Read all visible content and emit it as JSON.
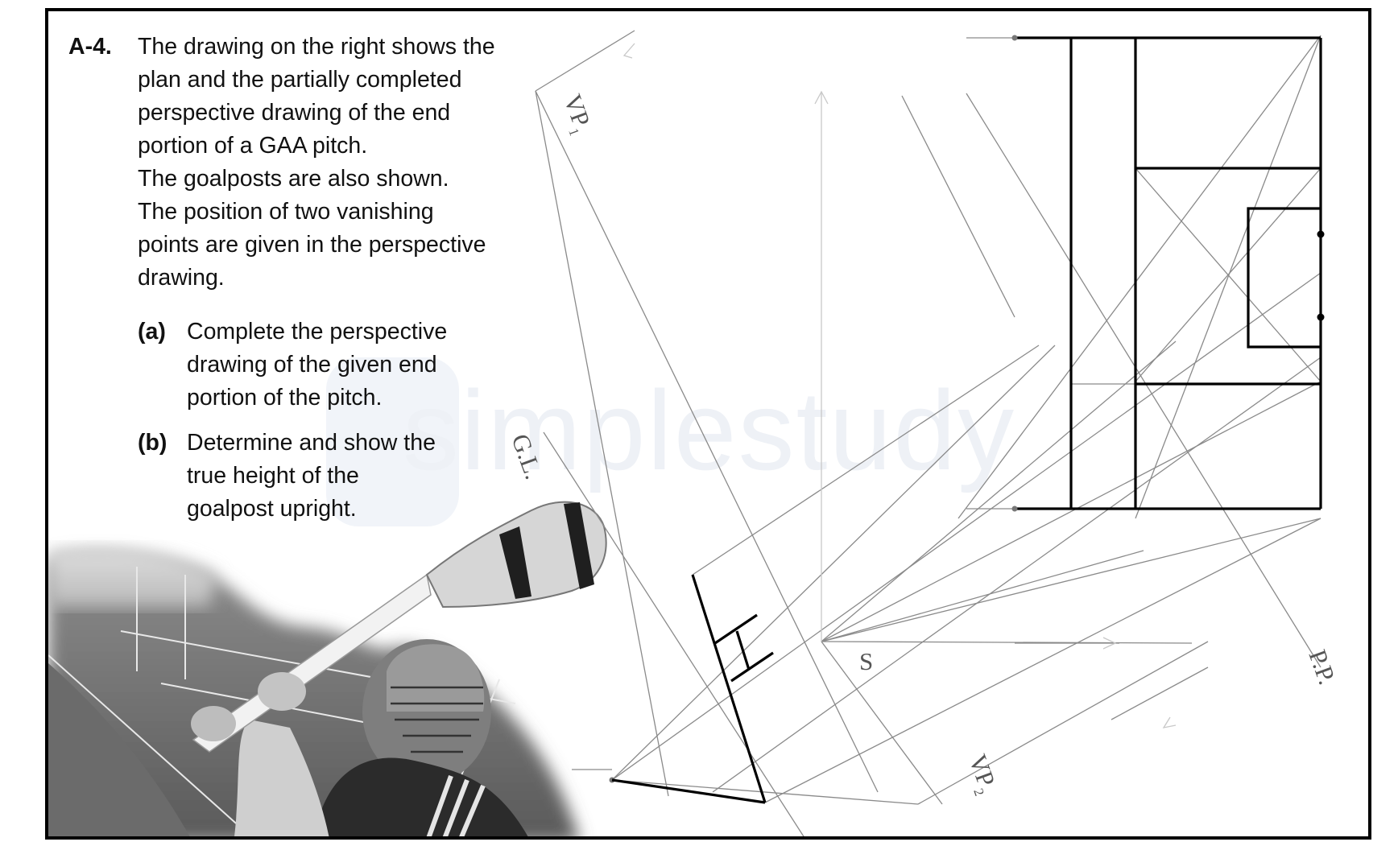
{
  "question": {
    "number": "A-4.",
    "body_lines": [
      "The drawing on the right shows the",
      "plan and the partially completed",
      "perspective drawing of the end",
      "portion of a GAA pitch.",
      "The goalposts are also shown.",
      "The position of two vanishing",
      "points are given in the perspective",
      "drawing."
    ],
    "parts": [
      {
        "label": "(a)",
        "lines": [
          "Complete the perspective",
          "drawing of the given end",
          "portion of the pitch."
        ]
      },
      {
        "label": "(b)",
        "lines": [
          "Determine and show the",
          "true height of the",
          "goalpost upright."
        ]
      }
    ]
  },
  "drawing_labels": {
    "vp1": "VP",
    "vp1_sub": "1",
    "vp2": "VP",
    "vp2_sub": "2",
    "ground_line": "G.L.",
    "picture_plane": "P.P.",
    "station_point": "S"
  },
  "watermark": "simplestudy",
  "colors": {
    "border": "#000000",
    "construction_line": "#8a8a8a",
    "heavy_line": "#000000",
    "faint_line": "#c8c8c8"
  }
}
